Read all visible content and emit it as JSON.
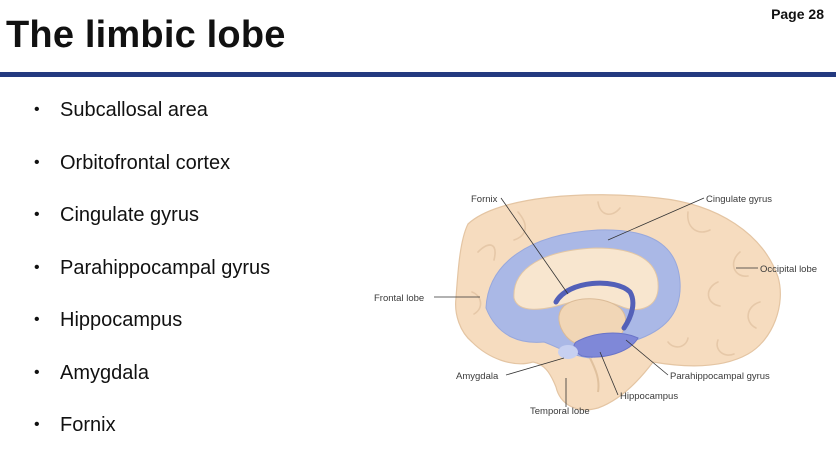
{
  "slide": {
    "title": "The limbic lobe",
    "page": "Page 28"
  },
  "bullets": [
    "Subcallosal area",
    "Orbitofrontal cortex",
    "Cingulate gyrus",
    "Parahippocampal gyrus",
    "Hippocampus",
    "Amygdala",
    "Fornix"
  ],
  "figure": {
    "labels": {
      "fornix": "Fornix",
      "cingulate": "Cingulate gyrus",
      "occipital": "Occipital lobe",
      "frontal": "Frontal lobe",
      "amygdala": "Amygdala",
      "parahippocampal": "Parahippocampal gyrus",
      "hippocampus": "Hippocampus",
      "temporal": "Temporal lobe"
    },
    "colors": {
      "cortex": "#f6dcbf",
      "limbic": "#aab8e6",
      "hippocampus": "#7f88d8",
      "fornix": "#5360b8",
      "accent_rule": "#233a80"
    }
  }
}
